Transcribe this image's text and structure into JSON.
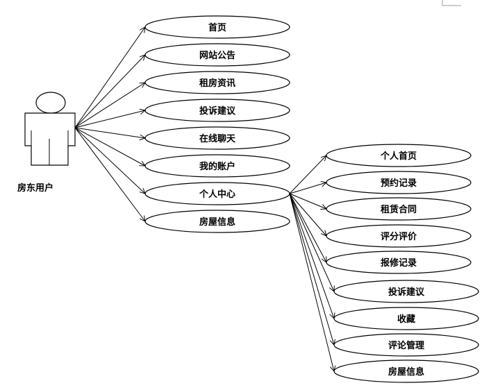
{
  "actor": {
    "label": "房东用户"
  },
  "primary_use_cases": [
    "首页",
    "网站公告",
    "租房资讯",
    "投诉建议",
    "在线聊天",
    "我的账户",
    "个人中心",
    "房屋信息"
  ],
  "sub_use_cases": [
    "个人首页",
    "预约记录",
    "租赁合同",
    "评分评价",
    "报修记录",
    "投诉建议",
    "收藏",
    "评论管理",
    "房屋信息"
  ]
}
